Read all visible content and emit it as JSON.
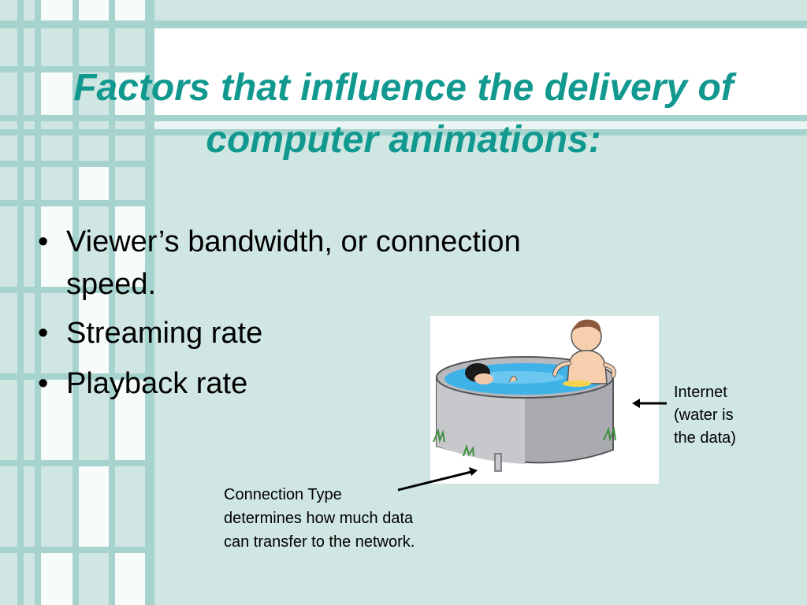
{
  "slide": {
    "title_lines": [
      "Factors that influence the delivery of",
      "computer animations:"
    ],
    "bullets": [
      {
        "marker": "•",
        "lines": [
          "Viewer’s bandwidth, or connection",
          "speed."
        ]
      },
      {
        "marker": "•",
        "lines": [
          "Streaming rate"
        ]
      },
      {
        "marker": "•",
        "lines": [
          "Playback rate"
        ]
      }
    ],
    "callouts": {
      "internet": [
        "Internet",
        "(water is",
        "the data)"
      ],
      "connection": [
        "Connection Type",
        "determines how much data",
        "can transfer to the network."
      ]
    },
    "colors": {
      "background": "#cfe6e3",
      "frame": "#a6d3cd",
      "title": "#11998f",
      "water": "#3fb3e8"
    },
    "illustration": "children-in-water-tank"
  }
}
